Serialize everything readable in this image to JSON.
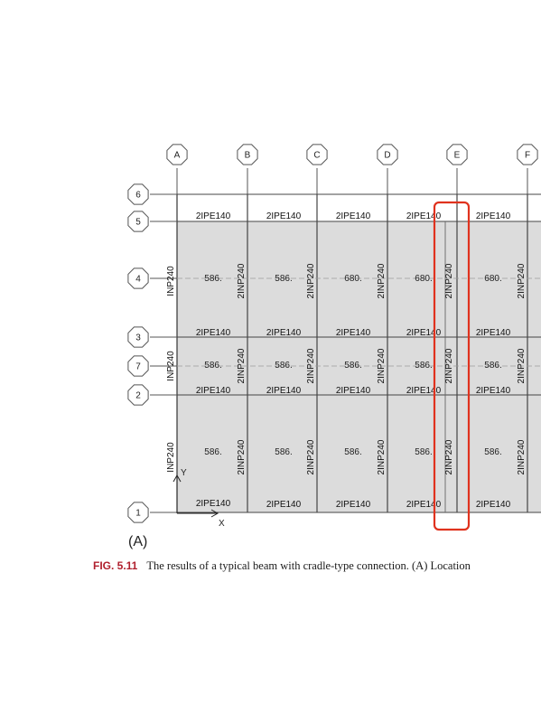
{
  "plan": {
    "col_axes": [
      "A",
      "B",
      "C",
      "D",
      "E",
      "F"
    ],
    "row_axes": [
      "6",
      "5",
      "4",
      "3",
      "7",
      "2",
      "1"
    ],
    "beam_rows": [
      {
        "labels": [
          "2IPE140",
          "2IPE140",
          "2IPE140",
          "2IPE140",
          "2IPE140"
        ]
      },
      {
        "labels": [
          "2IPE140",
          "2IPE140",
          "2IPE140",
          "2IPE140",
          "2IPE140"
        ]
      },
      {
        "labels": [
          "2IPE140",
          "2IPE140",
          "2IPE140",
          "2IPE140",
          "2IPE140"
        ]
      },
      {
        "labels": [
          "2IPE140",
          "2IPE140",
          "2IPE140",
          "2IPE140",
          "2IPE140"
        ]
      }
    ],
    "col_beam_label": "2INP240",
    "first_col_label": "INP240",
    "load_rows": [
      [
        "586.",
        "586.",
        "680.",
        "680.",
        "680."
      ],
      [
        "586.",
        "586.",
        "586.",
        "586.",
        "586."
      ],
      [
        "586.",
        "586.",
        "586.",
        "586.",
        "586."
      ]
    ],
    "axis_y": "Y",
    "axis_x": "X",
    "panel_label": "(A)",
    "highlight_color": "#e0321e",
    "slab_color": "#dcdcdc"
  },
  "caption": {
    "fig_number": "FIG. 5.11",
    "text": "The results of a typical beam with cradle-type connection. (A) Location"
  }
}
